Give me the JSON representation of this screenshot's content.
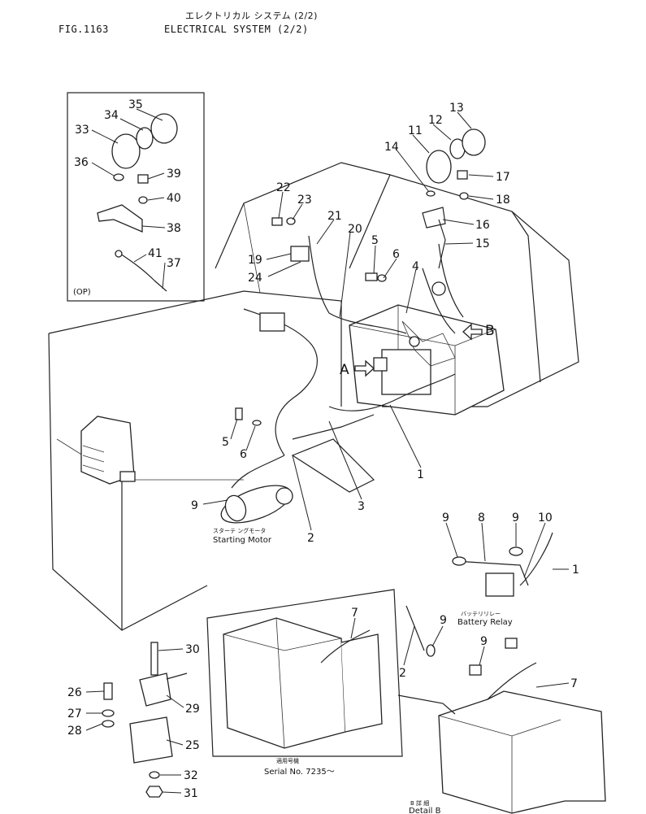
{
  "header": {
    "fig_no": "FIG.1163",
    "title_jp": "エレクトリカル システム (2/2)",
    "title_en": "ELECTRICAL SYSTEM (2/2)"
  },
  "inset": {
    "option_label": "(OP)"
  },
  "labels": {
    "starting_motor_jp": "スターテ ングモータ",
    "starting_motor": "Starting Motor",
    "battery_relay_jp": "バッテリリレー",
    "battery_relay": "Battery Relay",
    "serial_jp": "適用号機",
    "serial": "Serial No. 7235～",
    "detail_jp": "B 詳 細",
    "detail": "Detail B",
    "view_a": "A",
    "view_b": "B"
  },
  "callouts": [
    "1",
    "2",
    "3",
    "4",
    "5",
    "6",
    "7",
    "8",
    "9",
    "10",
    "11",
    "12",
    "13",
    "14",
    "15",
    "16",
    "17",
    "18",
    "19",
    "20",
    "21",
    "22",
    "23",
    "24",
    "25",
    "26",
    "27",
    "28",
    "29",
    "30",
    "31",
    "32",
    "33",
    "34",
    "35",
    "36",
    "37",
    "38",
    "39",
    "40",
    "41"
  ]
}
